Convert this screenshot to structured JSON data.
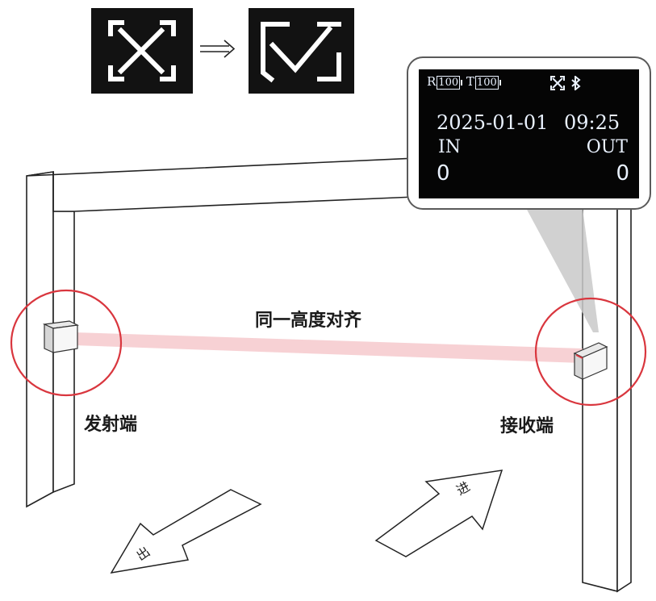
{
  "labels": {
    "align": "同一高度对齐",
    "transmitter": "发射端",
    "receiver": "接收端",
    "exit_arrow": "出",
    "enter_arrow": "进"
  },
  "icons": {
    "before": "expand-arrows-icon",
    "transition": "double-arrow-right-icon",
    "after": "aligned-check-icon",
    "bluetooth": "bluetooth-icon"
  },
  "display": {
    "r_label": "R",
    "r_value": "100",
    "t_label": "T",
    "t_value": "100",
    "date": "2025-01-01",
    "time": "09:25",
    "in_label": "IN",
    "out_label": "OUT",
    "in_count": "0",
    "out_count": "0"
  },
  "colors": {
    "beam": "#f6c9cc",
    "circle": "#d9363e",
    "screen_bg": "#050505",
    "screen_text": "#eaf2ff"
  }
}
